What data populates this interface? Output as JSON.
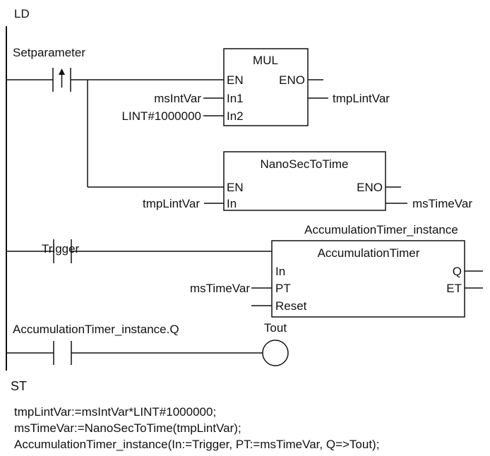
{
  "ld": {
    "title": "LD",
    "setparameter": {
      "contact_label": "Setparameter",
      "mul": {
        "name": "MUL",
        "en": "EN",
        "eno": "ENO",
        "in1": "In1",
        "in2": "In2",
        "in1_var": "msIntVar",
        "in2_var": "LINT#1000000",
        "out_var": "tmpLintVar"
      },
      "nanosec": {
        "name": "NanoSecToTime",
        "en": "EN",
        "eno": "ENO",
        "in": "In",
        "in_var": "tmpLintVar",
        "out_var": "msTimeVar"
      }
    },
    "trigger": {
      "contact_label": "Trigger",
      "instance_name": "AccumulationTimer_instance",
      "block_name": "AccumulationTimer",
      "in": "In",
      "pt": "PT",
      "reset": "Reset",
      "q": "Q",
      "et": "ET",
      "pt_var": "msTimeVar"
    },
    "tout": {
      "contact_label": "AccumulationTimer_instance.Q",
      "coil_label": "Tout"
    }
  },
  "st": {
    "title": "ST",
    "lines": [
      "tmpLintVar:=msIntVar*LINT#1000000;",
      "msTimeVar:=NanoSecToTime(tmpLintVar);",
      "AccumulationTimer_instance(In:=Trigger, PT:=msTimeVar, Q=>Tout);"
    ]
  }
}
